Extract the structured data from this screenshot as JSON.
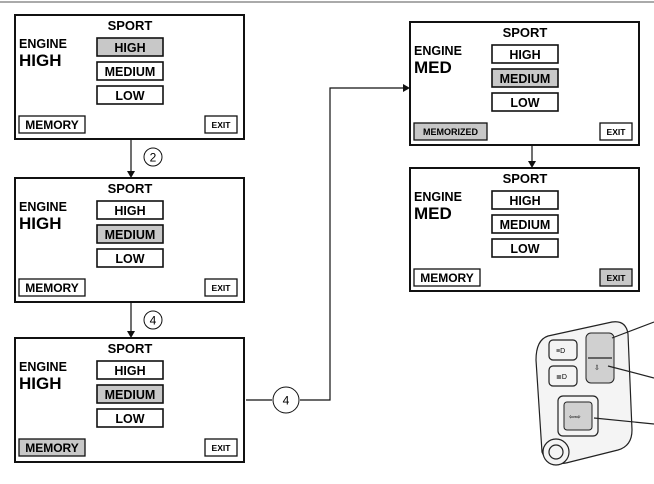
{
  "screens": [
    {
      "header": "SPORT",
      "engine_label": "ENGINE",
      "engine_level": "HIGH",
      "options": [
        "HIGH",
        "MEDIUM",
        "LOW"
      ],
      "selected_option": 0,
      "memory_label": "MEMORY",
      "memory_selected": false,
      "exit_label": "EXIT",
      "exit_selected": false
    },
    {
      "header": "SPORT",
      "engine_label": "ENGINE",
      "engine_level": "HIGH",
      "options": [
        "HIGH",
        "MEDIUM",
        "LOW"
      ],
      "selected_option": 1,
      "memory_label": "MEMORY",
      "memory_selected": false,
      "exit_label": "EXIT",
      "exit_selected": false
    },
    {
      "header": "SPORT",
      "engine_label": "ENGINE",
      "engine_level": "HIGH",
      "options": [
        "HIGH",
        "MEDIUM",
        "LOW"
      ],
      "selected_option": 1,
      "memory_label": "MEMORY",
      "memory_selected": true,
      "exit_label": "EXIT",
      "exit_selected": false
    },
    {
      "header": "SPORT",
      "engine_label": "ENGINE",
      "engine_level": "MED",
      "options": [
        "HIGH",
        "MEDIUM",
        "LOW"
      ],
      "selected_option": 1,
      "memory_label": "MEMORIZED",
      "memory_selected": true,
      "exit_label": "EXIT",
      "exit_selected": false
    },
    {
      "header": "SPORT",
      "engine_label": "ENGINE",
      "engine_level": "MED",
      "options": [
        "HIGH",
        "MEDIUM",
        "LOW"
      ],
      "selected_option": -1,
      "memory_label": "MEMORY",
      "memory_selected": false,
      "exit_label": "EXIT",
      "exit_selected": true
    }
  ],
  "steps": [
    "2",
    "4",
    "4"
  ],
  "colors": {
    "line": "#111111",
    "highlight": "#c8c8c8",
    "background": "#ffffff"
  }
}
